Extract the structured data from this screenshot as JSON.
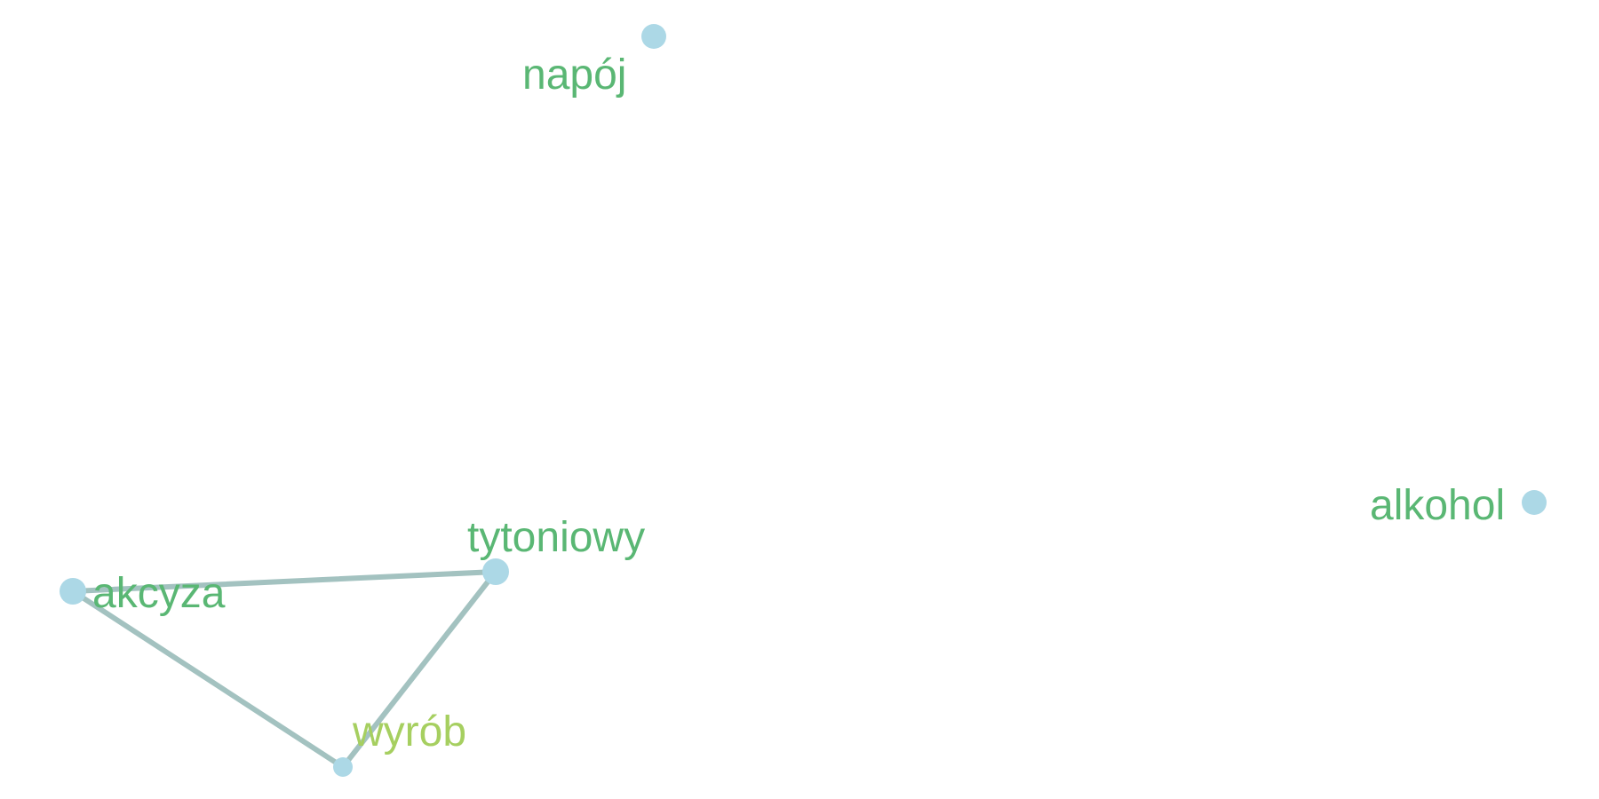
{
  "diagram": {
    "type": "network",
    "colors": {
      "background": "#ffffff",
      "node": "#acd8e6",
      "edge": "#a3c2c0",
      "label_primary": "#5ab774",
      "label_secondary": "#a6cf60"
    },
    "nodes": [
      {
        "id": "napoj",
        "label": "napój",
        "label_color": "#5ab774"
      },
      {
        "id": "alkohol",
        "label": "alkohol",
        "label_color": "#5ab774"
      },
      {
        "id": "tytoniowy",
        "label": "tytoniowy",
        "label_color": "#5ab774"
      },
      {
        "id": "akcyza",
        "label": "akcyza",
        "label_color": "#5ab774"
      },
      {
        "id": "wyrob",
        "label": "wyrób",
        "label_color": "#a6cf60"
      }
    ],
    "edges": [
      {
        "source": "akcyza",
        "target": "tytoniowy"
      },
      {
        "source": "akcyza",
        "target": "wyrob"
      },
      {
        "source": "tytoniowy",
        "target": "wyrob"
      }
    ]
  }
}
